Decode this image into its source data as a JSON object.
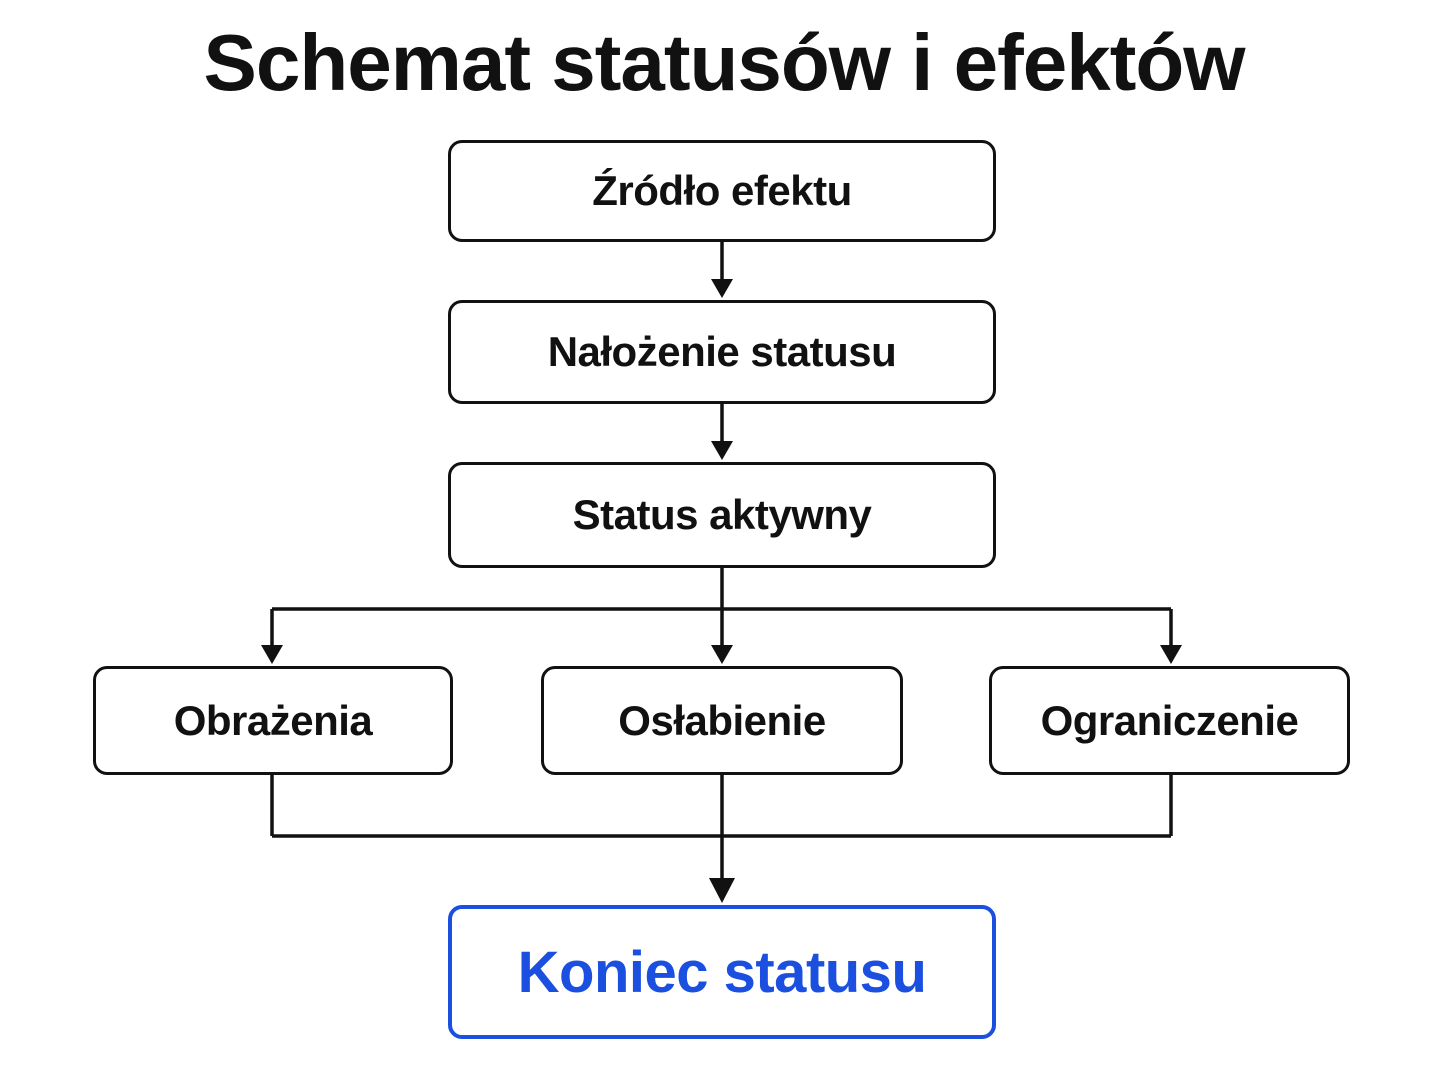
{
  "diagram": {
    "title": "Schemat statusów i efektów",
    "nodes": {
      "source": "Źródło efektu",
      "apply": "Nałożenie statusu",
      "active": "Status aktywny",
      "damage": "Obrażenia",
      "weaken": "Osłabienie",
      "restrict": "Ograniczenie",
      "end": "Koniec statusu"
    },
    "edges": [
      [
        "source",
        "apply"
      ],
      [
        "apply",
        "active"
      ],
      [
        "active",
        "damage"
      ],
      [
        "active",
        "weaken"
      ],
      [
        "active",
        "restrict"
      ],
      [
        "damage",
        "end"
      ],
      [
        "weaken",
        "end"
      ],
      [
        "restrict",
        "end"
      ]
    ],
    "colors": {
      "stroke": "#111111",
      "accent": "#1a4fe0"
    }
  }
}
